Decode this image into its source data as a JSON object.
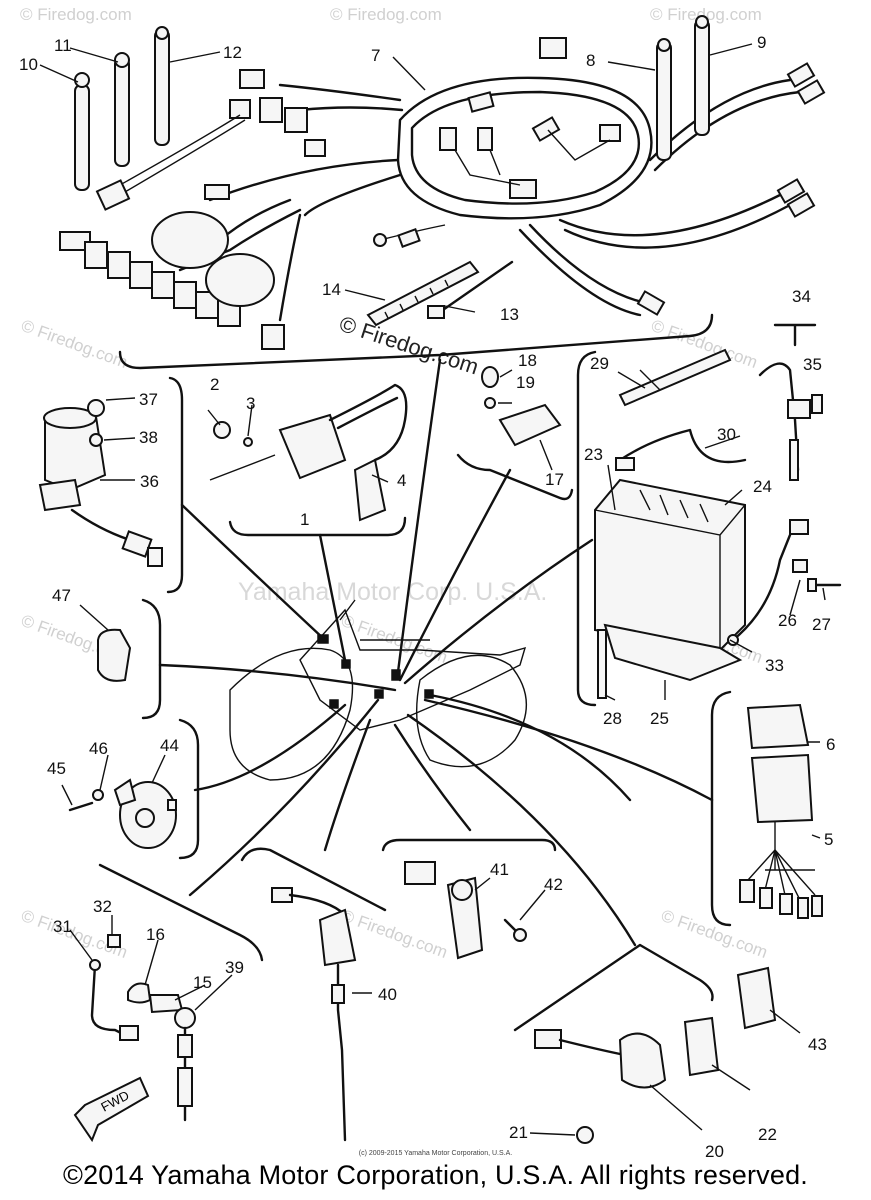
{
  "watermarks": {
    "site": "© Firedog.com",
    "center": "Yamaha Motor Corp. U.S.A.",
    "inline": "© Firedog.com"
  },
  "fwd_label": "FWD",
  "parts": {
    "p1": "1",
    "p2": "2",
    "p3": "3",
    "p4": "4",
    "p5": "5",
    "p6": "6",
    "p7": "7",
    "p8": "8",
    "p9": "9",
    "p10": "10",
    "p11": "11",
    "p12": "12",
    "p13": "13",
    "p14": "14",
    "p15": "15",
    "p16": "16",
    "p17": "17",
    "p18": "18",
    "p19": "19",
    "p20": "20",
    "p21": "21",
    "p22": "22",
    "p23": "23",
    "p24": "24",
    "p25": "25",
    "p26": "26",
    "p27": "27",
    "p28": "28",
    "p29": "29",
    "p30": "30",
    "p31": "31",
    "p32": "32",
    "p33": "33",
    "p34": "34",
    "p35": "35",
    "p36": "36",
    "p37": "37",
    "p38": "38",
    "p39": "39",
    "p40": "40",
    "p41": "41",
    "p42": "42",
    "p43": "43",
    "p44": "44",
    "p45": "45",
    "p46": "46",
    "p47": "47"
  },
  "small_copyright": "(c) 2009-2015 Yamaha Motor Corporation, U.S.A.",
  "footer": "©2014 Yamaha Motor Corporation, U.S.A. All rights reserved."
}
